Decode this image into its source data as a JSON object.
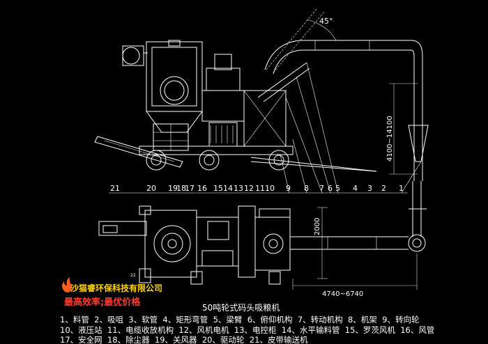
{
  "angle_label": "45°",
  "dims": {
    "height_range": "4100~14100",
    "width_value": "2000",
    "length_range": "4740~6740"
  },
  "callouts": [
    "21",
    "20",
    "19",
    "18",
    "17",
    "16",
    "15",
    "14",
    "13",
    "12",
    "11",
    "10",
    "9",
    "8",
    "7",
    "6",
    "5",
    "4",
    "3",
    "2",
    "1"
  ],
  "small_label": "22",
  "company": "沙猫睿环保科技有限公司",
  "slogan": "最高效率;最优价格",
  "title": "50吨轮式码头吸粮机",
  "legend": [
    [
      "1、料管",
      "2、吸咀",
      "3、软管",
      "4、矩形弯管",
      "5、梁臂",
      "6、俯仰机构",
      "7、转动机构",
      "8、机架",
      "9、转向轮"
    ],
    [
      "10、液压站",
      "11、电缆收放机构",
      "12、风机电机",
      "13、电控柜",
      "14、水平输料管",
      "15、罗茨风机",
      "16、风管"
    ],
    [
      "17、安全网",
      "18、除尘器",
      "19、关风器",
      "20、驱动轮",
      "21、皮带输送机"
    ]
  ],
  "colors": {
    "line": "#ffffff",
    "company": "#ffd400",
    "slogan": "#ff3b2f",
    "background": "#000000"
  }
}
